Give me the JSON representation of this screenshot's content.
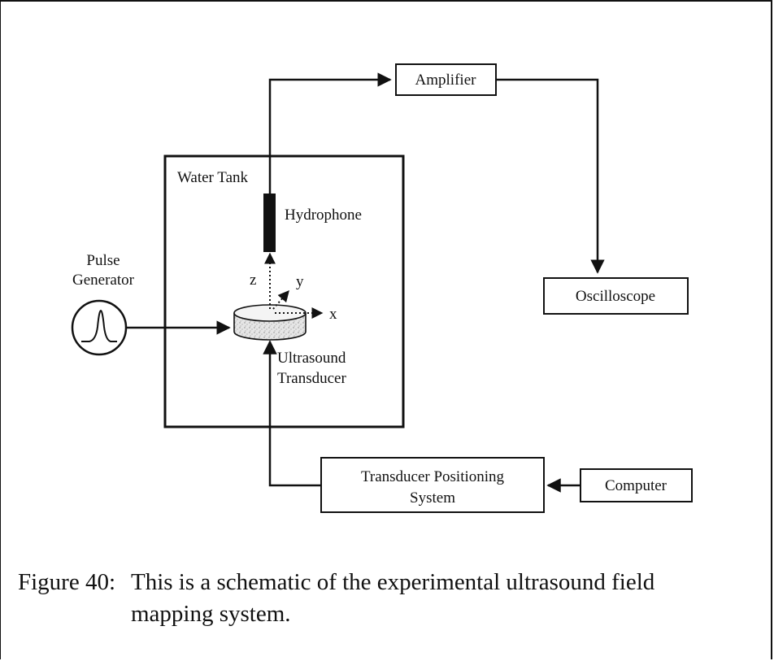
{
  "diagram": {
    "blocks": {
      "amplifier": "Amplifier",
      "oscilloscope": "Oscilloscope",
      "positioning_line1": "Transducer Positioning",
      "positioning_line2": "System",
      "computer": "Computer"
    },
    "labels": {
      "water_tank": "Water Tank",
      "hydrophone": "Hydrophone",
      "pulse": "Pulse",
      "generator": "Generator",
      "ultrasound": "Ultrasound",
      "transducer": "Transducer",
      "axis_x": "x",
      "axis_y": "y",
      "axis_z": "z"
    }
  },
  "caption": {
    "number": "Figure 40:",
    "line1": "This is a schematic of the experimental ultrasound field",
    "line2": "mapping system."
  }
}
